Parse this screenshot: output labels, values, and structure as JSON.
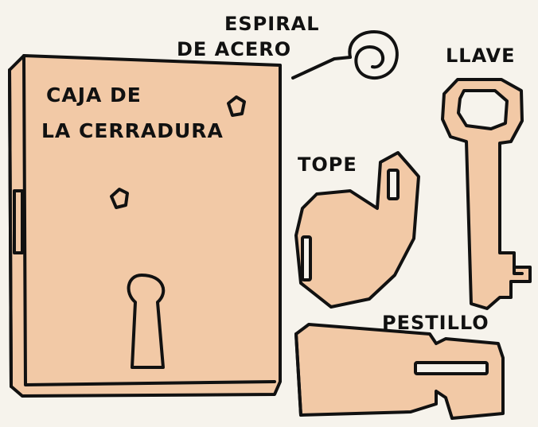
{
  "labels": {
    "espiral_line1": "ESPIRAL",
    "espiral_line2": "DE ACERO",
    "llave": "LLAVE",
    "caja_line1": "CAJA DE",
    "caja_line2": "LA CERRADURA",
    "tope": "TOPE",
    "pestillo": "PESTILLO"
  },
  "colors": {
    "background": "#f6f3ec",
    "part_fill": "#f2c9a6",
    "ink": "#111111"
  }
}
